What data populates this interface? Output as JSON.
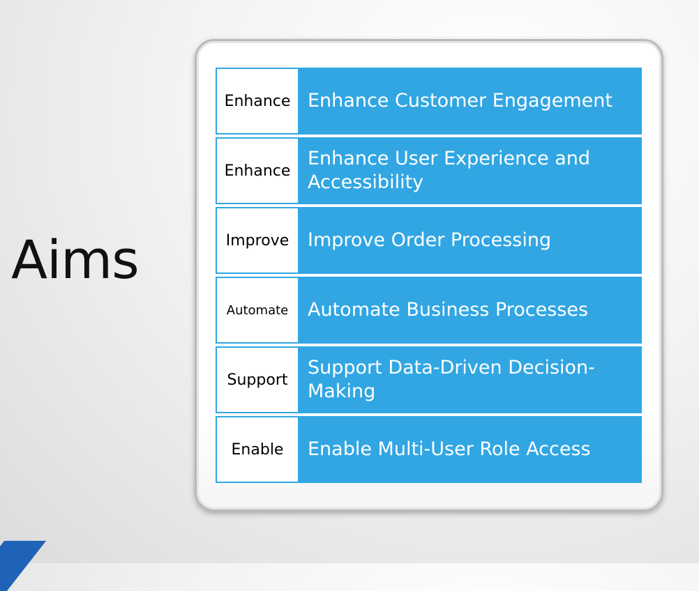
{
  "slide": {
    "title": "Aims"
  },
  "aims": [
    {
      "verb": "Enhance",
      "text": "Enhance Customer Engagement"
    },
    {
      "verb": "Enhance",
      "text": "Enhance User Experience and Accessibility"
    },
    {
      "verb": "Improve",
      "text": "Improve Order Processing"
    },
    {
      "verb": "Automate",
      "text": "Automate Business Processes"
    },
    {
      "verb": "Support",
      "text": "Support Data-Driven Decision-Making"
    },
    {
      "verb": "Enable",
      "text": "Enable Multi-User Role Access"
    }
  ],
  "colors": {
    "accent_blue": "#31a6e3",
    "corner_blue": "#1f63b8",
    "panel_border": "#b9b9b9"
  }
}
